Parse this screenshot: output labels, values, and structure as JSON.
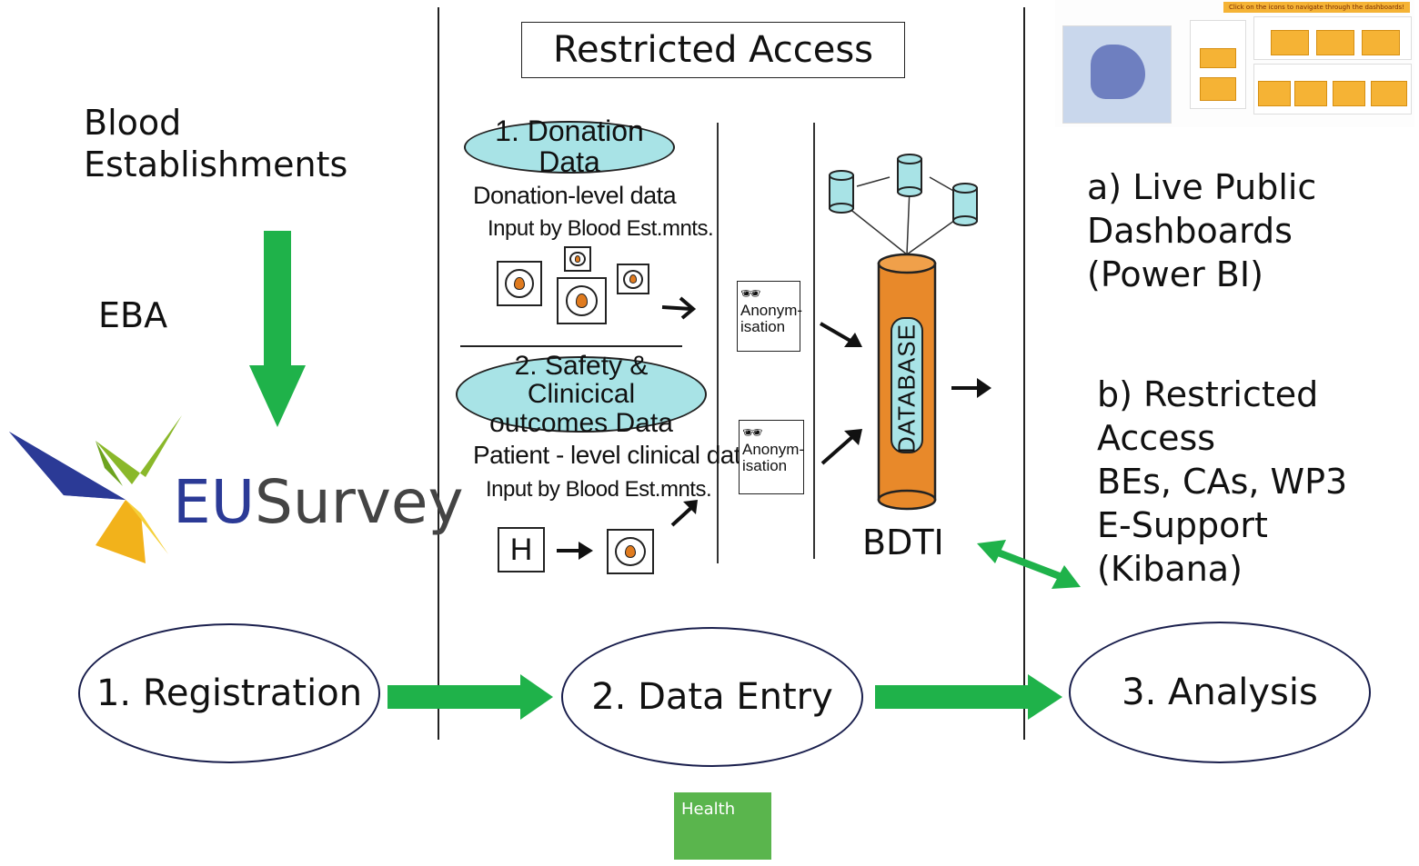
{
  "left": {
    "blood_est": "Blood\nEstablishments",
    "eba": "EBA",
    "eusurvey_eu": "EU",
    "eusurvey_survey": "Survey"
  },
  "center": {
    "restricted_title": "Restricted Access",
    "donation_pill": "1. Donation Data",
    "donation_line1": "Donation-level data",
    "donation_line2": "Input by Blood Est.mnts.",
    "safety_pill": "2. Safety & Clinicical outcomes Data",
    "patient_line1": "Patient - level clinical data",
    "patient_line2": "Input by Blood Est.mnts.",
    "anon1": "Anonym-\nisation",
    "anon2": "Anonym-\nisation",
    "database": "DATABASE",
    "bdti": "BDTI",
    "hospital_letter": "H"
  },
  "right": {
    "dashboard_banner": "Click on the icons to navigate through the dashboards!",
    "a_title": "a) Live Public\nDashboards\n(Power BI)",
    "b_title": "b) Restricted\nAccess\nBEs, CAs, WP3\nE-Support\n(Kibana)"
  },
  "steps": [
    {
      "label": "1. Registration"
    },
    {
      "label": "2. Data Entry"
    },
    {
      "label": "3. Analysis"
    }
  ],
  "footer": {
    "badge": "Health"
  },
  "colors": {
    "arrow_green": "#1fb24a",
    "pill_cyan": "#a8e3e6",
    "db_orange": "#e8892a",
    "badge_green": "#5ab54d"
  }
}
